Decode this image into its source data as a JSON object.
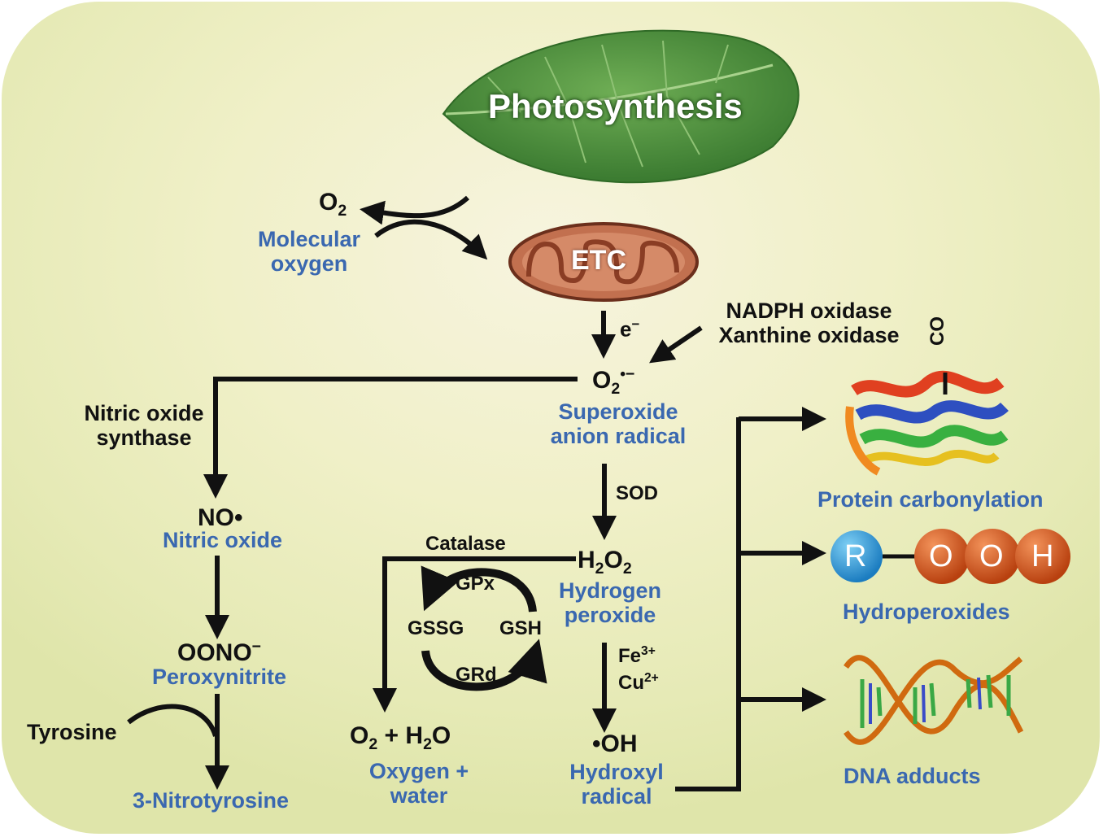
{
  "title": "Photosynthesis",
  "etc_label": "ETC",
  "o2": {
    "formula": "O",
    "sub": "2",
    "name_line1": "Molecular",
    "name_line2": "oxygen"
  },
  "electron": {
    "label": "e",
    "sup": "−"
  },
  "oxidases": {
    "line1": "NADPH oxidase",
    "line2": "Xanthine oxidase"
  },
  "superoxide": {
    "formula": "O",
    "sub": "2",
    "sup": "•−",
    "name_line1": "Superoxide",
    "name_line2": "anion radical"
  },
  "nos": {
    "line1": "Nitric oxide",
    "line2": "synthase"
  },
  "nitric_oxide": {
    "formula": "NO•",
    "name": "Nitric oxide"
  },
  "peroxynitrite": {
    "formula": "OONO",
    "sup": "−",
    "name": "Peroxynitrite"
  },
  "tyrosine": "Tyrosine",
  "nitrotyrosine": "3-Nitrotyrosine",
  "sod": "SOD",
  "h2o2": {
    "f1": "H",
    "s1": "2",
    "f2": "O",
    "s2": "2",
    "name_line1": "Hydrogen",
    "name_line2": "peroxide"
  },
  "catalase": "Catalase",
  "cycle": {
    "gpx": "GPx",
    "gssg": "GSSG",
    "gsh": "GSH",
    "grd": "GRd"
  },
  "o2_water": {
    "a": "O",
    "as": "2",
    "plus": " + H",
    "bs": "2",
    "b": "O",
    "name_line1": "Oxygen +",
    "name_line2": "water"
  },
  "metals": {
    "fe": "Fe",
    "fe_sup": "3+",
    "cu": "Cu",
    "cu_sup": "2+"
  },
  "hydroxyl": {
    "formula": "•OH",
    "name_line1": "Hydroxyl",
    "name_line2": "radical"
  },
  "protein": {
    "label": "Protein carbonylation",
    "co": "CO"
  },
  "hydroperoxide": {
    "r": "R",
    "o1": "O",
    "o2": "O",
    "h": "H",
    "label": "Hydroperoxides"
  },
  "dna": {
    "label": "DNA adducts"
  },
  "colors": {
    "label_blue": "#3a68b0",
    "leaf_green": "#4c8a3c",
    "mito": "#b8644a",
    "orb_orange": "#d2501e",
    "orb_blue": "#2a9ad6"
  }
}
